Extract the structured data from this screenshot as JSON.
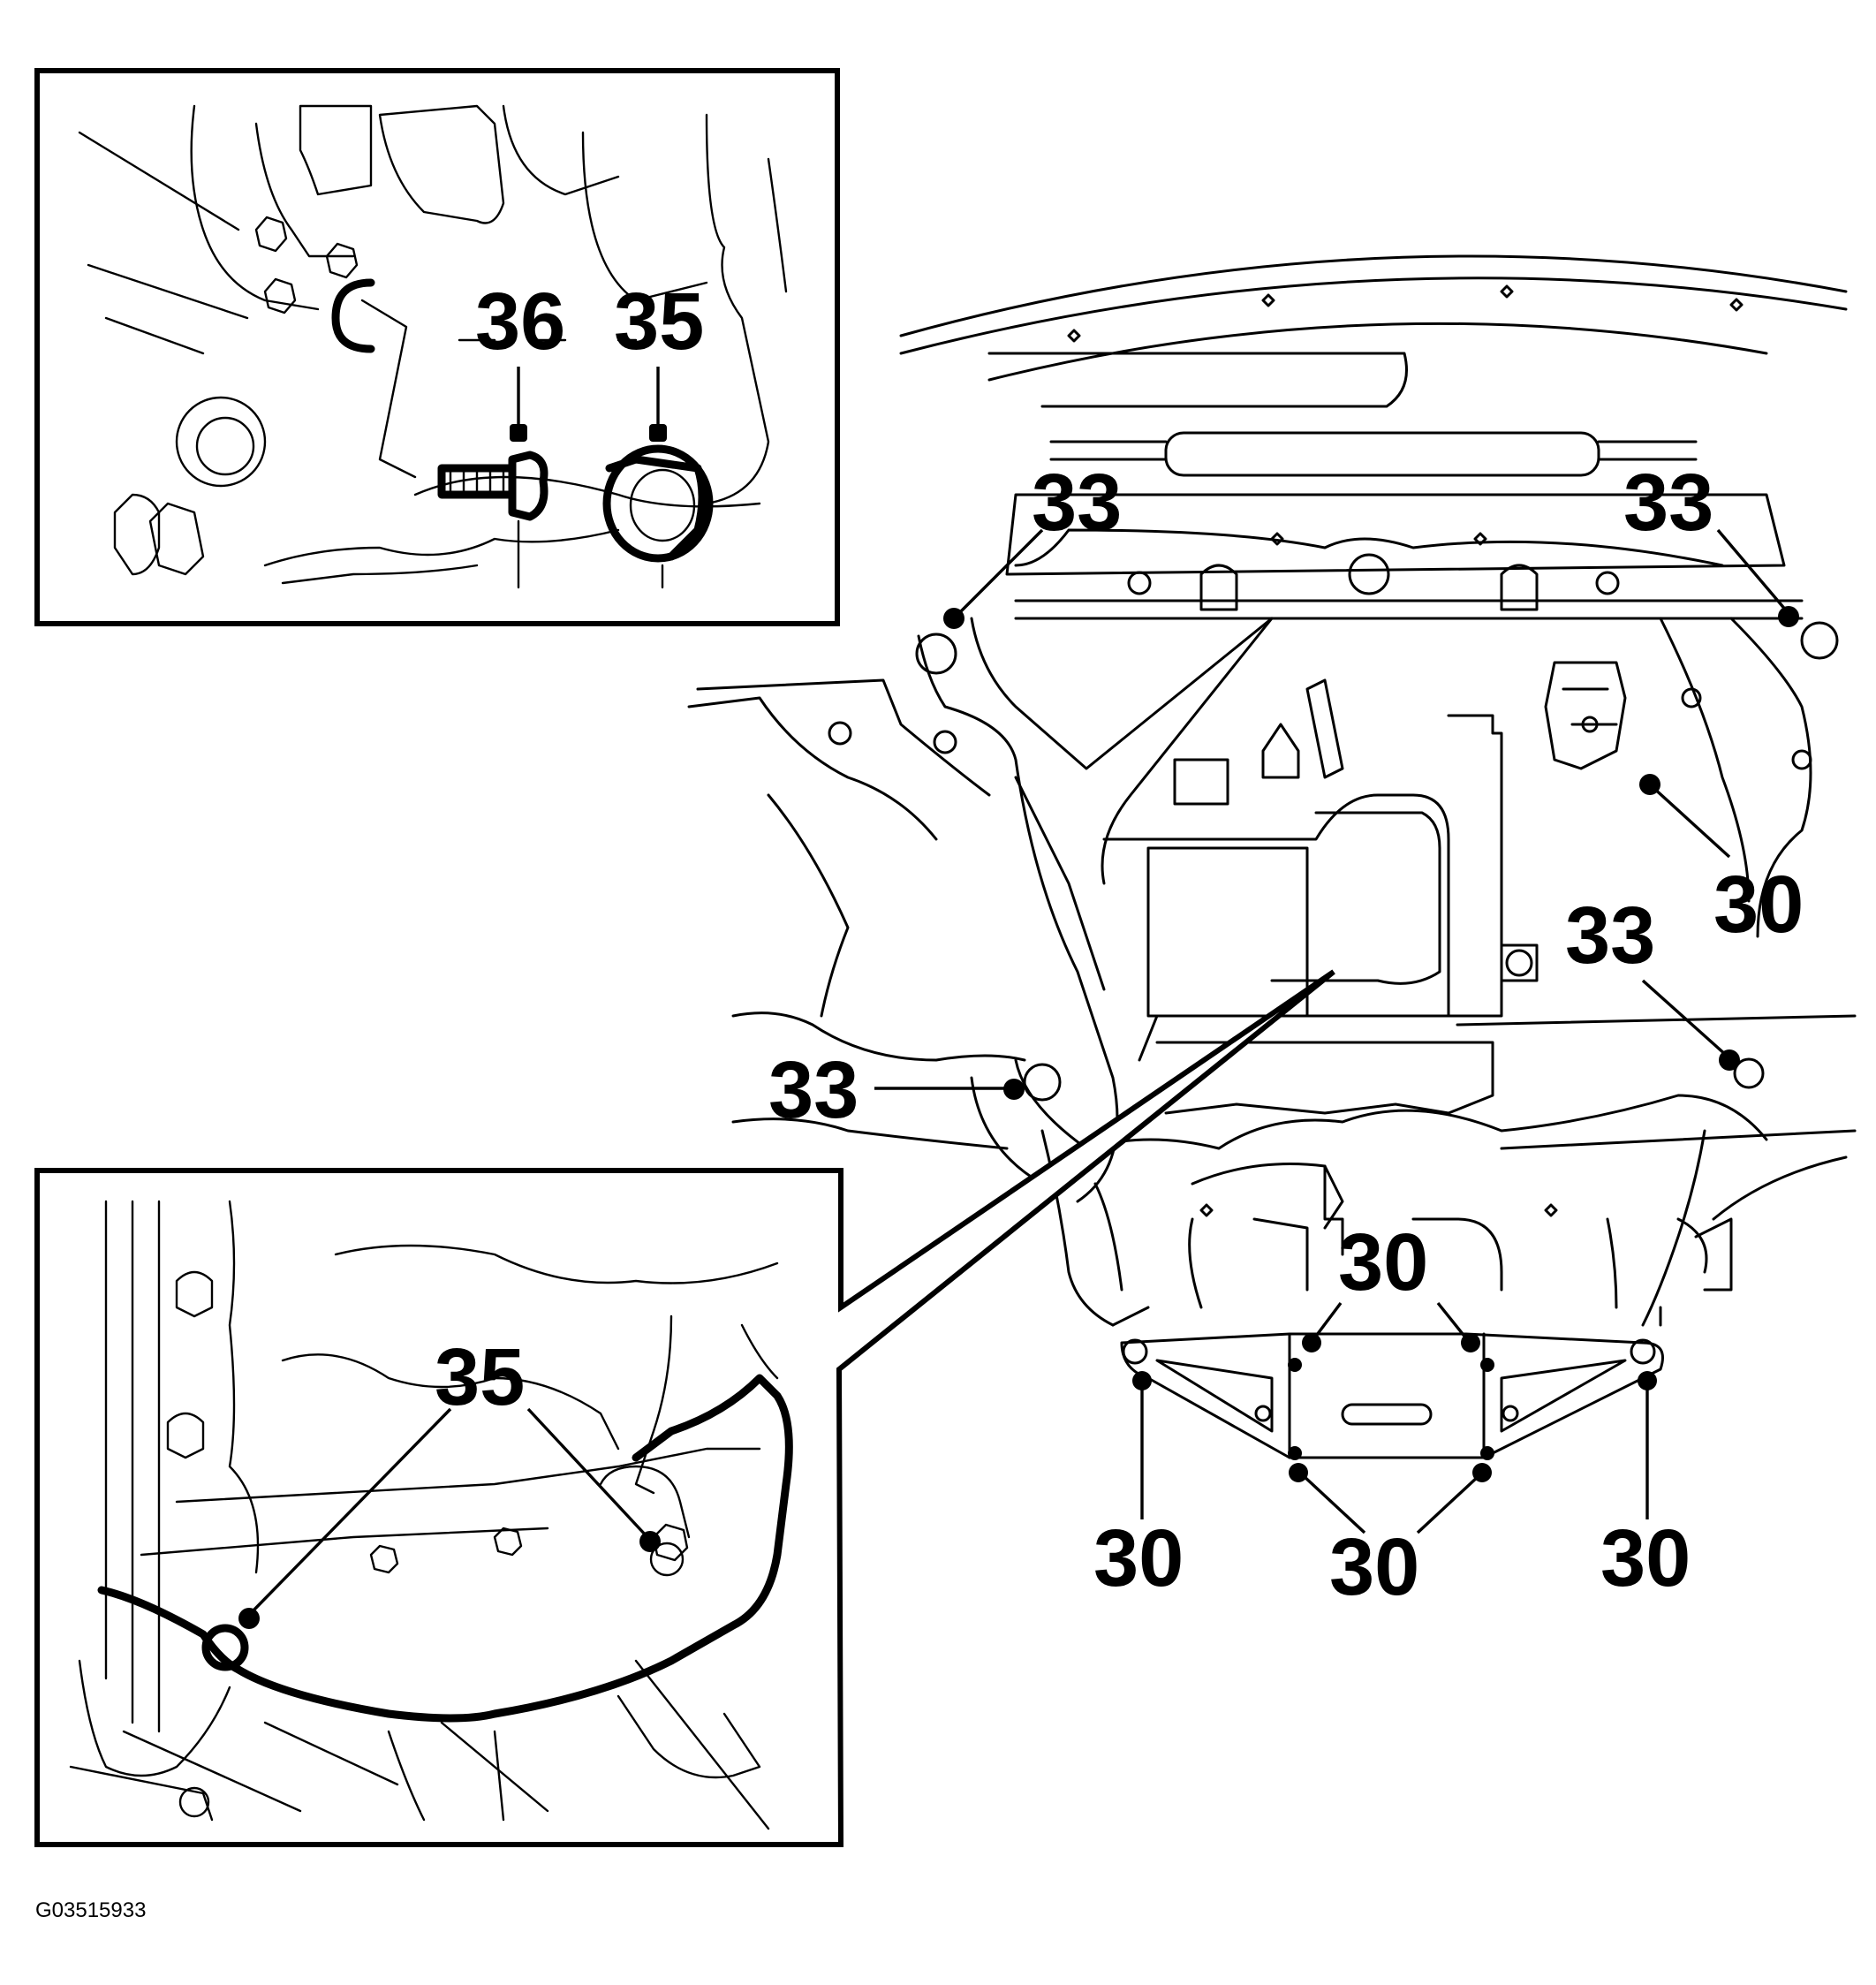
{
  "figure_id": "G03515933",
  "callouts": {
    "inset_top": [
      "36",
      "35"
    ],
    "inset_bottom": [
      "35"
    ],
    "main": [
      "33",
      "33",
      "30",
      "33",
      "33",
      "30",
      "30",
      "30",
      "30"
    ]
  },
  "colors": {
    "line": "#000000",
    "background": "#ffffff"
  }
}
